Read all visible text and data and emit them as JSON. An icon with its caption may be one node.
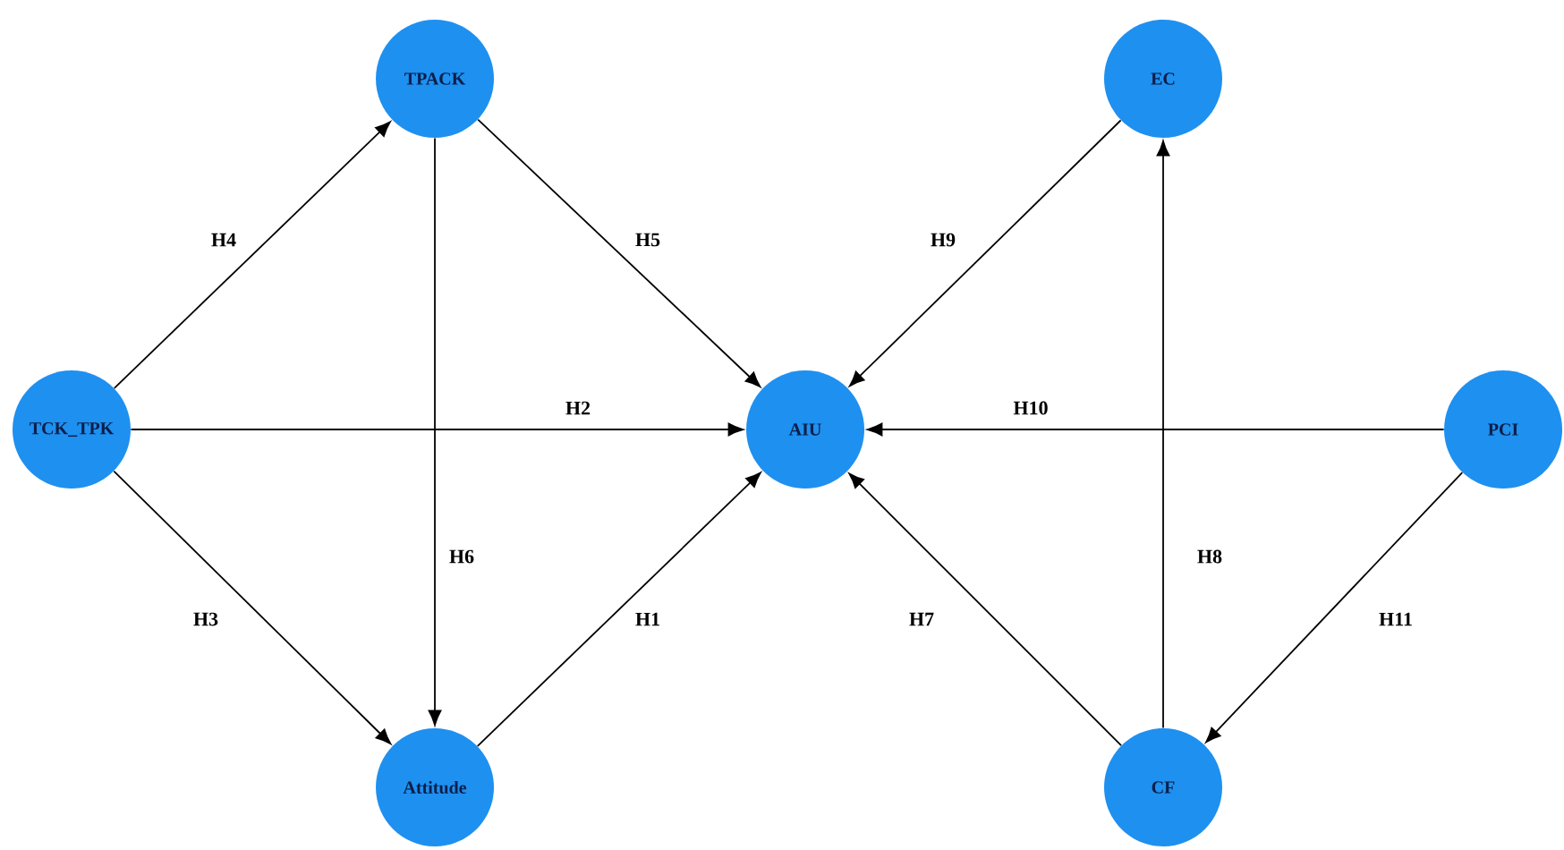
{
  "diagram": {
    "nodes": [
      {
        "text": [
          "TPACK"
        ]
      },
      {
        "text": [
          "EC"
        ]
      },
      {
        "text": [
          "TCK_TPK"
        ]
      },
      {
        "text": [
          "AIU"
        ]
      },
      {
        "text": [
          "PCI"
        ]
      },
      {
        "text": [
          "Attitude"
        ]
      },
      {
        "text": [
          "CF"
        ]
      }
    ],
    "edges": [
      {
        "from": 2,
        "to": 0,
        "arrow": "to",
        "label": "H4"
      },
      {
        "from": 0,
        "to": 3,
        "arrow": "to",
        "label": "H5"
      },
      {
        "from": 1,
        "to": 3,
        "arrow": "to",
        "label": "H9"
      },
      {
        "from": 2,
        "to": 3,
        "arrow": "to",
        "label": "H2"
      },
      {
        "from": 4,
        "to": 3,
        "arrow": "to",
        "label": "H10"
      },
      {
        "from": 0,
        "to": 5,
        "arrow": "to",
        "label": "H6"
      },
      {
        "from": 6,
        "to": 1,
        "arrow": "to",
        "label": "H8"
      },
      {
        "from": 2,
        "to": 5,
        "arrow": "to",
        "label": "H3"
      },
      {
        "from": 5,
        "to": 3,
        "arrow": "to",
        "label": "H1"
      },
      {
        "from": 6,
        "to": 3,
        "arrow": "to",
        "label": "H7"
      },
      {
        "from": 4,
        "to": 6,
        "arrow": "to",
        "label": "H11"
      }
    ]
  }
}
